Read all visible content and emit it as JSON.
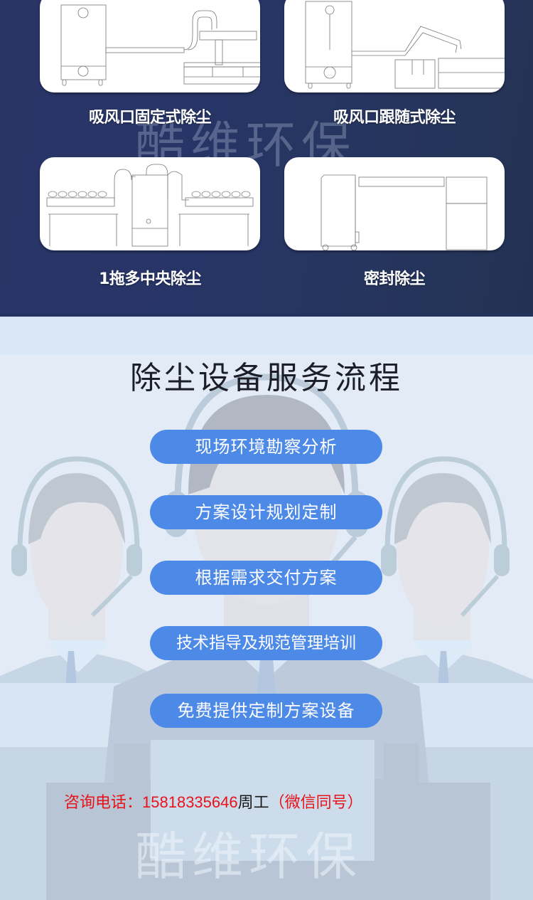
{
  "colors": {
    "top_bg": "#26355e",
    "card_bg": "#ffffff",
    "bottom_bg": "#e3ebf6",
    "step_button": "#4d89e6",
    "contact_red": "#e8131b",
    "title_text": "#1b1e26"
  },
  "watermark": "酷维环保",
  "dust_methods": [
    {
      "label": "吸风口固定式除尘",
      "illustration": "fixed-intake-diagram"
    },
    {
      "label": "吸风口跟随式除尘",
      "illustration": "follow-intake-arm-diagram"
    },
    {
      "label": "1拖多中央除尘",
      "illustration": "central-multi-station-diagram"
    },
    {
      "label": "密封除尘",
      "illustration": "sealed-enclosure-diagram"
    }
  ],
  "service": {
    "title": "除尘设备服务流程",
    "steps": [
      {
        "label": "现场环境勘察分析"
      },
      {
        "label": "方案设计规划定制"
      },
      {
        "label": "根据需求交付方案"
      },
      {
        "label": "技术指导及规范管理培训"
      },
      {
        "label": "免费提供定制方案设备"
      }
    ]
  },
  "contact": {
    "prefix": "咨询电话：",
    "phone": "15818335646",
    "person": "周工",
    "suffix": "（微信同号）"
  }
}
